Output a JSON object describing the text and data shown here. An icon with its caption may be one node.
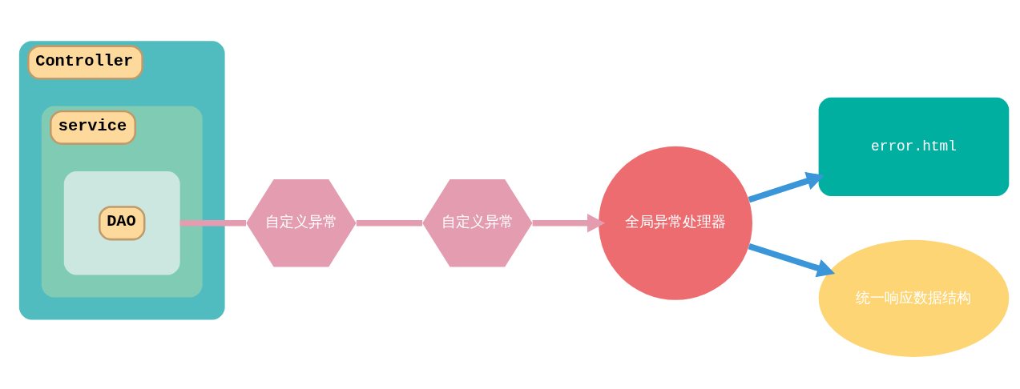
{
  "diagram": {
    "nodes": [
      {
        "text": [
          "Controller"
        ]
      },
      {
        "text": [
          "service"
        ],
        "in": 0
      },
      {
        "text": [
          "DAO"
        ],
        "in": 1
      },
      {
        "text": [
          "自定义异常"
        ]
      },
      {
        "text": [
          "自定义异常"
        ]
      },
      {
        "text": [
          "全局异常处理器"
        ]
      },
      {
        "text": [
          "error.html"
        ]
      },
      {
        "text": [
          "统一响应数据结构"
        ]
      }
    ],
    "edges": [
      {
        "from": 2,
        "to": 3,
        "arrow": "none",
        "color": "#e39cb0"
      },
      {
        "from": 3,
        "to": 4,
        "arrow": "none",
        "color": "#e39cb0"
      },
      {
        "from": 4,
        "to": 5,
        "arrow": "to",
        "color": "#e39cb0"
      },
      {
        "from": 5,
        "to": 6,
        "arrow": "to",
        "color": "#3a96d8"
      },
      {
        "from": 5,
        "to": 7,
        "arrow": "to",
        "color": "#3a96d8"
      }
    ]
  }
}
